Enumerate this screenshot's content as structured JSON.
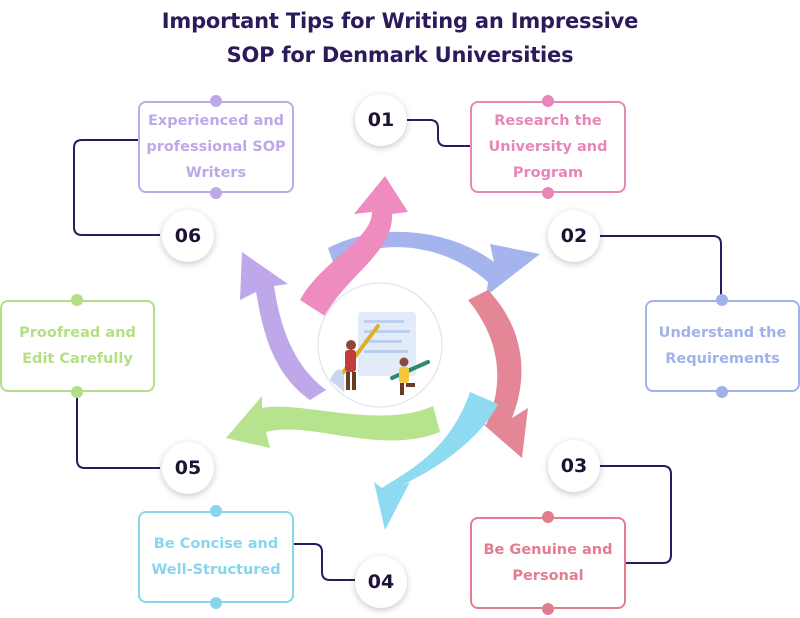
{
  "title": {
    "line1": "Important Tips for Writing an Impressive",
    "line2": "SOP for Denmark Universities"
  },
  "steps": [
    {
      "number": "01",
      "lines": [
        "Research the",
        "University and",
        "Program"
      ],
      "color": "#e887b7"
    },
    {
      "number": "02",
      "lines": [
        "Understand the",
        "Requirements"
      ],
      "color": "#9fb2ea"
    },
    {
      "number": "03",
      "lines": [
        "Be Genuine and",
        "Personal"
      ],
      "color": "#e27d8f"
    },
    {
      "number": "04",
      "lines": [
        "Be Concise and",
        "Well-Structured"
      ],
      "color": "#88d6ec"
    },
    {
      "number": "05",
      "lines": [
        "Proofread and",
        "Edit Carefully"
      ],
      "color": "#b3df86"
    },
    {
      "number": "06",
      "lines": [
        "Experienced and",
        "professional SOP",
        "Writers"
      ],
      "color": "#bda8e8"
    }
  ],
  "connector_color": "#2b1a5c",
  "title_color": "#2b1a5c"
}
